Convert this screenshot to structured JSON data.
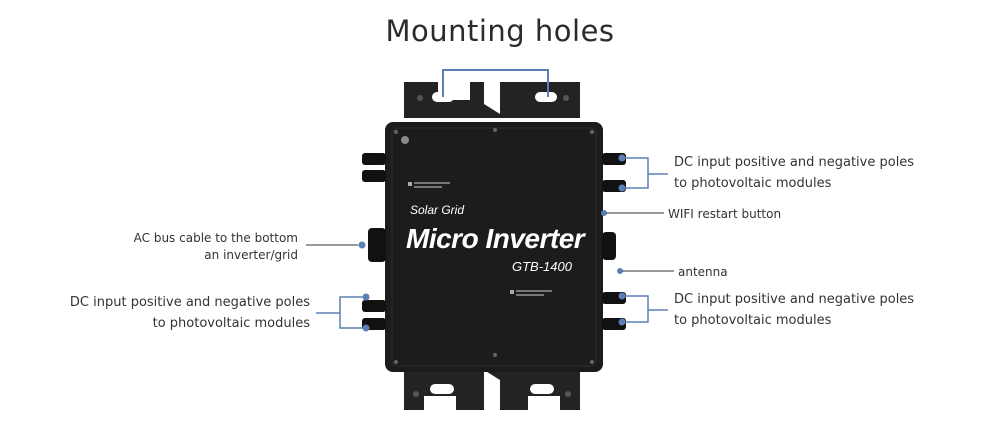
{
  "title": "Mounting holes",
  "device": {
    "brand": "Solar Grid",
    "product": "Micro Inverter",
    "model": "GTB-1400"
  },
  "labels": {
    "dc_top_right": [
      "DC input positive and negative poles",
      "to photovoltaic modules"
    ],
    "wifi": "WIFI restart button",
    "ac_bus": [
      "AC bus cable to the bottom",
      "an inverter/grid"
    ],
    "antenna": "antenna",
    "dc_left": [
      "DC input positive and negative poles",
      "to photovoltaic modules"
    ],
    "dc_bottom_right": [
      "DC input positive and negative poles",
      "to photovoltaic modules"
    ]
  },
  "colors": {
    "callout": "#5b80b6",
    "device_body": "#1c1c1c",
    "device_plate": "#232323"
  }
}
